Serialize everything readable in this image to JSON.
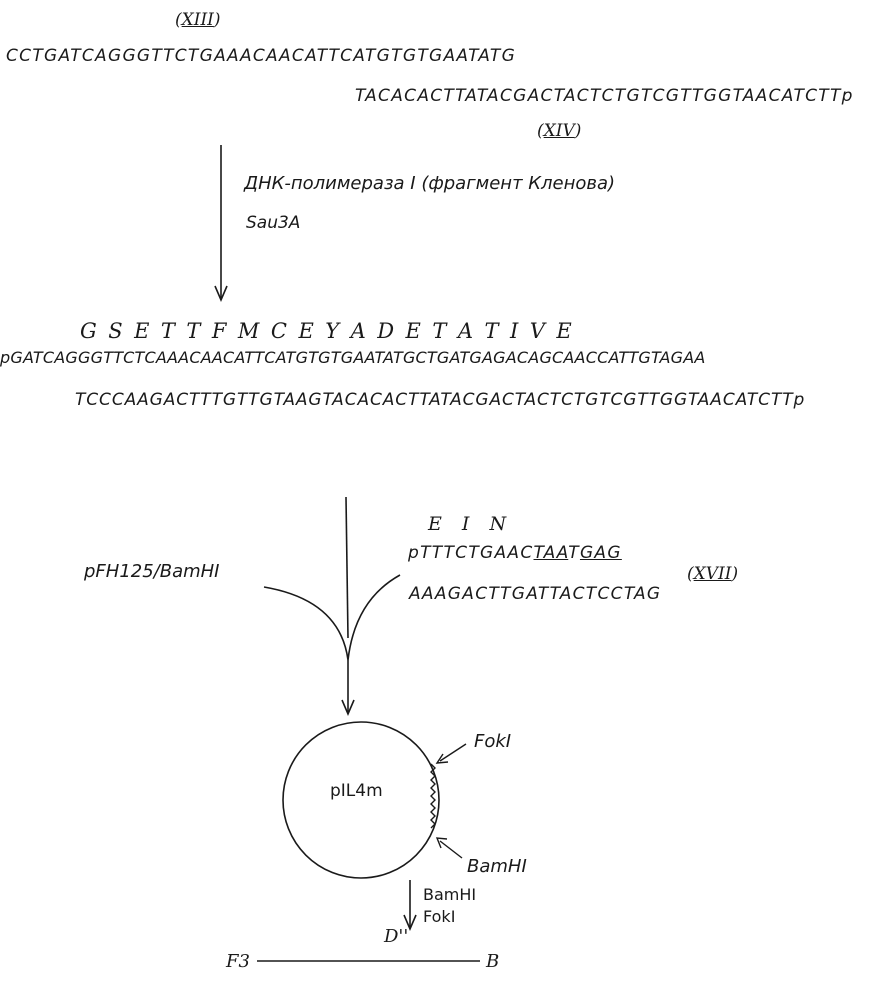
{
  "compound_xiii": "XIII",
  "seq_top_1": "CCTGATCAGGGTTCTGAAACAACATTCATGTGTGAATATG",
  "seq_top_2": "TACACACTTATACGACTACTCTGTCGTTGGTAACATCTTp",
  "compound_xiv": "XIV",
  "step1_enzyme": "ДНК-полимераза I (фрагмент Кленова)",
  "step1_enzyme2": "Sau3A",
  "amino_acids": "G  S  E  T  T  F  M  C  E  Y  A  D  E  T  A  T  I  V  E",
  "seq_mid_1": "pGATCAGGGTTCTCAAACAACATTCATGTGTGAATATGCTGATGAGACAGCAACCATTGTAGAA",
  "seq_mid_2": "TCCCAAGACTTTGTTGTAAGTACACACTTATACGACTACTCTGTCGTTGGTAACATCTTp",
  "vector_label": "pFH125/BamHI",
  "linker_aa": "E I N",
  "linker_top_a": "pTTTCTGAAC",
  "linker_top_b": "TAA",
  "linker_top_c": "T",
  "linker_top_d": "GAG",
  "linker_bottom": "AAAGACTTGATTACTCCTAG",
  "compound_xvii": "XVII",
  "plasmid_name": "pIL4m",
  "site_fok": "FokI",
  "site_bam": "BamHI",
  "digest_1": "BamHI",
  "digest_2": "FokI",
  "fragment_name": "D''",
  "fragment_left": "F3",
  "fragment_right": "B"
}
